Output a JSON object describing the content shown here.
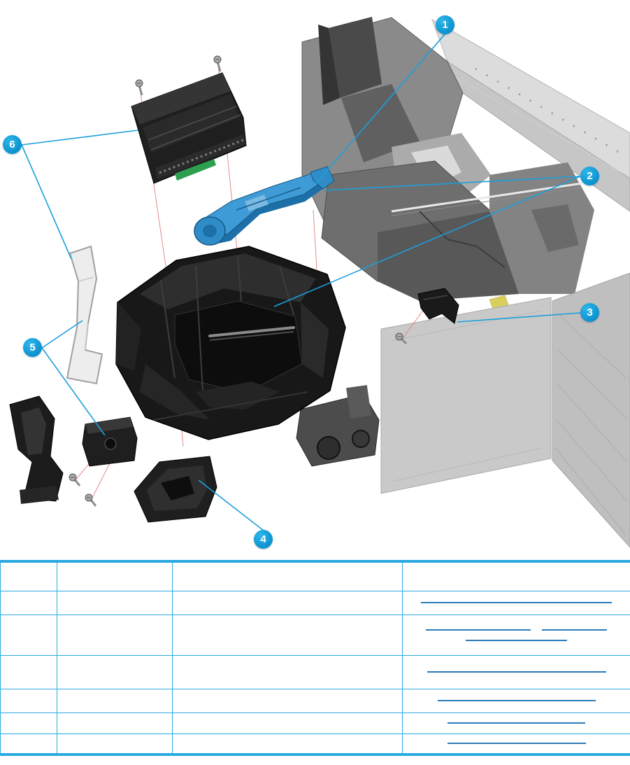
{
  "colors": {
    "accent_blue": "#0b9ed9",
    "table_border_blue": "#2aa9e0",
    "link_blue": "#2b7bb9",
    "part_blue": "#3e9bd6",
    "screw_guide_red": "#e07878",
    "green_strip": "#2e9e4f"
  },
  "callouts": [
    {
      "label": "1"
    },
    {
      "label": "2"
    },
    {
      "label": "3"
    },
    {
      "label": "4"
    },
    {
      "label": "5"
    },
    {
      "label": "6"
    }
  ],
  "diagram": {
    "description": "Exploded view of printer carriage assembly with numbered callouts",
    "icons": [
      "screw-icon",
      "carriage-assembly",
      "carriage-latch-handle-blue-part",
      "cable-cover-part",
      "metal-bracket",
      "left-cover-part",
      "cutter-block-part",
      "holder-part",
      "small-bracket",
      "printer-body"
    ]
  },
  "table": {
    "headers": [
      "",
      "",
      "",
      ""
    ],
    "rows": [
      {
        "cells": [
          "",
          "",
          "",
          ""
        ]
      },
      {
        "cells": [
          "",
          "",
          "",
          ""
        ]
      },
      {
        "cells": [
          "",
          "",
          "",
          ""
        ]
      },
      {
        "cells": [
          "",
          "",
          "",
          ""
        ]
      },
      {
        "cells": [
          "",
          "",
          "",
          ""
        ]
      },
      {
        "cells": [
          "",
          "",
          "",
          ""
        ]
      }
    ]
  }
}
